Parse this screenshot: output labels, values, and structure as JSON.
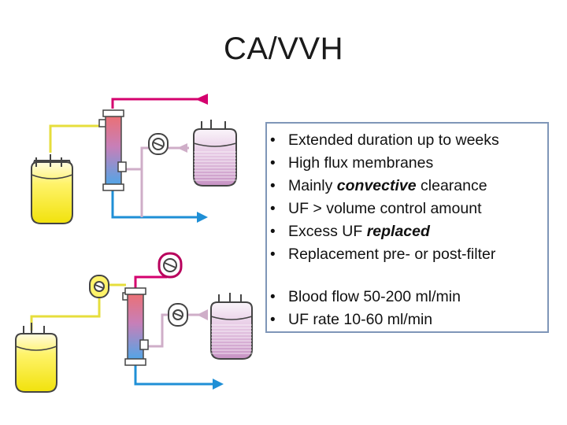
{
  "title": "CA/VVH",
  "bullets_group1": [
    {
      "pre": "Extended duration up to weeks",
      "em": "",
      "post": ""
    },
    {
      "pre": "High flux membranes",
      "em": "",
      "post": ""
    },
    {
      "pre": "Mainly ",
      "em": "convective",
      "post": " clearance"
    },
    {
      "pre": "UF > volume control amount",
      "em": "",
      "post": ""
    },
    {
      "pre": "Excess UF ",
      "em": "replaced",
      "post": ""
    },
    {
      "pre": "Replacement pre- or post-filter",
      "em": "",
      "post": ""
    }
  ],
  "bullets_group2": [
    {
      "pre": "Blood flow 50-200 ml/min",
      "em": "",
      "post": ""
    },
    {
      "pre": "UF rate 10-60 ml/min",
      "em": "",
      "post": ""
    }
  ],
  "colors": {
    "blood_in": "#d4006e",
    "blood_out": "#1f8fd6",
    "replacement": "#e6de3c",
    "effluent": "#cfaec8",
    "filter_top": "#ee6f6f",
    "filter_bottom": "#4aa8ea",
    "box_border": "#7f96b8"
  }
}
